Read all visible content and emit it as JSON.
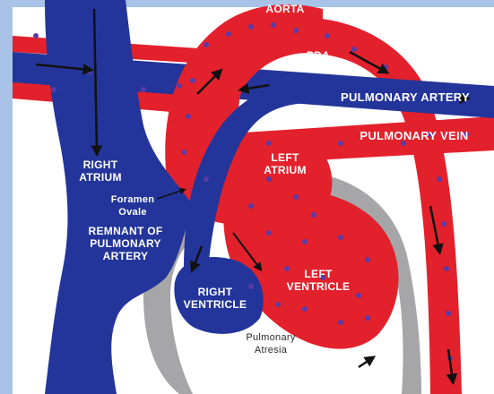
{
  "labels": {
    "aorta": "AORTA",
    "pda": "PDA",
    "pulmonary_artery": "PULMONARY ARTERY",
    "pulmonary_vein": "PULMONARY VEIN",
    "right_atrium_1": "RIGHT",
    "right_atrium_2": "ATRIUM",
    "left_atrium_1": "LEFT",
    "left_atrium_2": "ATRIUM",
    "foramen_ovale_1": "Foramen",
    "foramen_ovale_2": "Ovale",
    "remnant_1": "REMNANT OF",
    "remnant_2": "PULMONARY",
    "remnant_3": "ARTERY",
    "right_ventricle_1": "RIGHT",
    "right_ventricle_2": "VENTRICLE",
    "left_ventricle_1": "LEFT",
    "left_ventricle_2": "VENTRICLE",
    "pulmonary_atresia_1": "Pulmonary",
    "pulmonary_atresia_2": "Atresia"
  },
  "colors": {
    "frame": "#a9c3e8",
    "background": "#ffffff",
    "oxygenated_red": "#e3212c",
    "deoxygenated_blue": "#23359a",
    "pericardium_gray": "#a6a6a8",
    "cell_dot": "#5b3aa6",
    "arrow": "#111111"
  },
  "icons": {
    "flow_arrow": "arrowhead-icon",
    "blood_cells": "red-blood-cell-dots"
  }
}
